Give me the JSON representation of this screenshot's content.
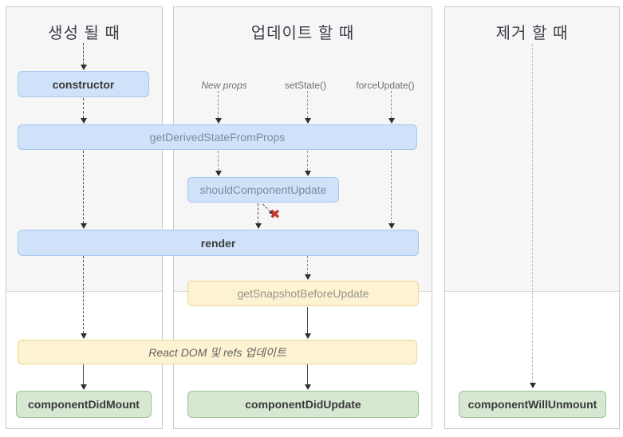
{
  "columns": [
    {
      "title": "생성 될 때"
    },
    {
      "title": "업데이트 할 때"
    },
    {
      "title": "제거 할 때"
    }
  ],
  "triggers": {
    "new_props": "New props",
    "set_state": "setState()",
    "force_update": "forceUpdate()"
  },
  "nodes": {
    "constructor": "constructor",
    "get_derived_state_from_props": "getDerivedStateFromProps",
    "should_component_update": "shouldComponentUpdate",
    "render": "render",
    "get_snapshot_before_update": "getSnapshotBeforeUpdate",
    "react_dom_update": "React DOM 및 refs 업데이트",
    "component_did_mount": "componentDidMount",
    "component_did_update": "componentDidUpdate",
    "component_will_unmount": "componentWillUnmount"
  },
  "icons": {
    "deny": "✖"
  },
  "colors": {
    "node_blue": "#cfe2fa",
    "node_blue_border": "#a5c7ef",
    "node_yellow": "#fdf3d2",
    "node_yellow_border": "#eed58d",
    "node_green": "#d6e8d2",
    "node_green_border": "#9cc295",
    "panel_bg": "#f6f6f7",
    "panel_border": "#c9c9c9",
    "deny_red": "#c2392a"
  }
}
